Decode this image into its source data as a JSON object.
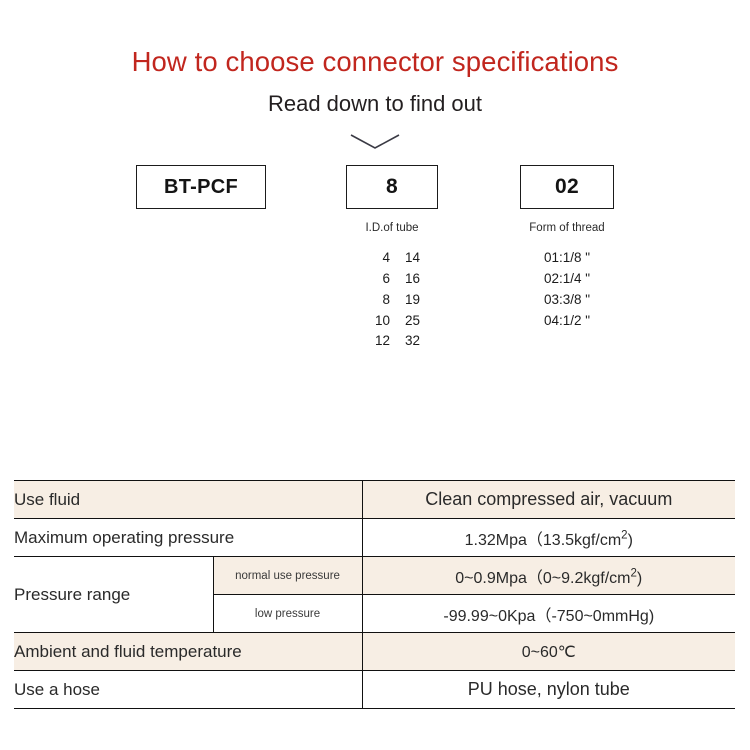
{
  "header": {
    "title": "How to choose connector specifications",
    "subtitle": "Read down to find out",
    "title_color": "#c1261e",
    "chevron_icon": "chevron-down-icon"
  },
  "code_breakdown": {
    "columns": [
      {
        "name": "series",
        "box_value": "BT-PCF",
        "caption": "",
        "options": []
      },
      {
        "name": "tube-id",
        "box_value": "8",
        "caption": "I.D.of tube",
        "options": [
          {
            "a": "4",
            "b": "14"
          },
          {
            "a": "6",
            "b": "16"
          },
          {
            "a": "8",
            "b": "19"
          },
          {
            "a": "10",
            "b": "25"
          },
          {
            "a": "12",
            "b": "32"
          }
        ]
      },
      {
        "name": "thread-form",
        "box_value": "02",
        "caption": "Form of thread",
        "options": [
          {
            "text": "01:1/8 \""
          },
          {
            "text": "02:1/4 \""
          },
          {
            "text": "03:3/8 \""
          },
          {
            "text": "04:1/2 \""
          }
        ]
      }
    ]
  },
  "spec_table": {
    "row_bg_beige": "#f7eee4",
    "rows": [
      {
        "label": "Use fluid",
        "sub_label": "",
        "value": "Clean compressed air, vacuum",
        "shaded": true
      },
      {
        "label": "Maximum operating pressure",
        "sub_label": "",
        "value_prefix": "1.32Mpa（13.5kgf/cm",
        "value_sup": "2",
        "value_suffix": ")",
        "shaded": false
      },
      {
        "label": "Pressure range",
        "sub_label": "normal use pressure",
        "value_prefix": "0~0.9Mpa（0~9.2kgf/cm",
        "value_sup": "2",
        "value_suffix": ")",
        "shaded": true
      },
      {
        "label": "",
        "sub_label": "low pressure",
        "value": "-99.99~0Kpa（-750~0mmHg)",
        "shaded": false
      },
      {
        "label": "Ambient and fluid temperature",
        "sub_label": "",
        "value": "0~60℃",
        "shaded": true
      },
      {
        "label": "Use a hose",
        "sub_label": "",
        "value": "PU hose, nylon tube",
        "shaded": false
      }
    ]
  }
}
